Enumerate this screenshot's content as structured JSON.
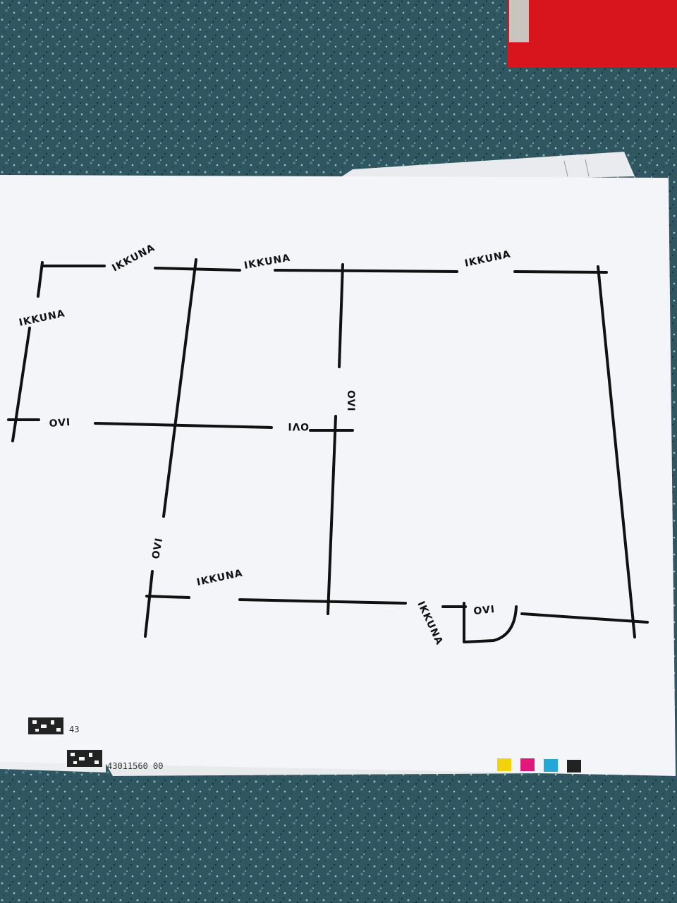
{
  "floor_plan": {
    "window_label": "IKKUNA",
    "door_label": "OVI"
  },
  "paper": {
    "serial_under": "43",
    "serial_top": "43011560 00"
  },
  "colors": {
    "tabletop": "#2f5661",
    "paper": "#f4f5f8",
    "ink": "#111111",
    "book": "#d8141d",
    "registration": [
      "#f2d20a",
      "#e0187a",
      "#22a7d6",
      "#222222"
    ]
  }
}
